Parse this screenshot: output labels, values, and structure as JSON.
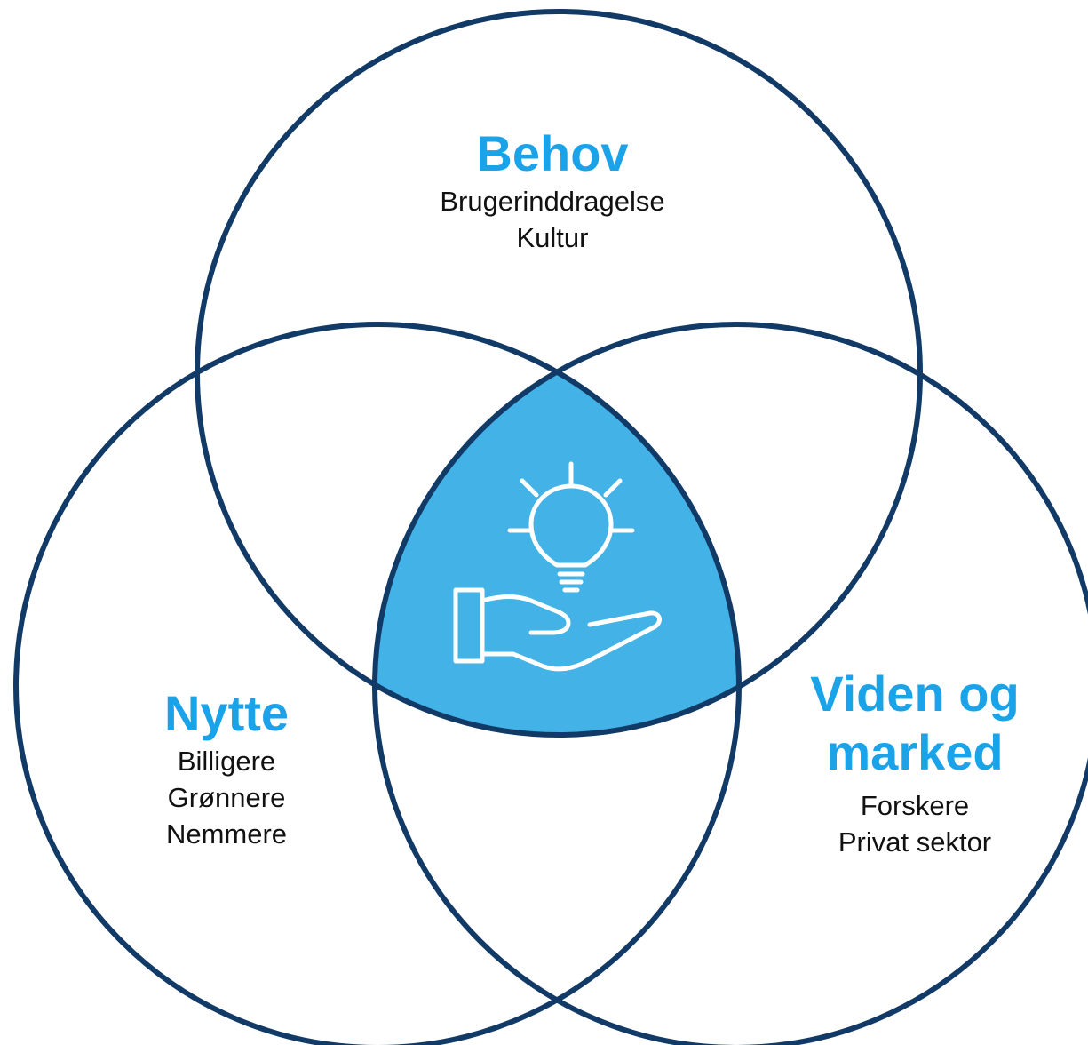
{
  "colors": {
    "circle_stroke": "#123a66",
    "accent": "#1aa3e8",
    "center_fill": "#43b2e6",
    "icon_stroke": "#ffffff",
    "body_text": "#111111"
  },
  "circles": [
    {
      "id": "behov",
      "title": "Behov",
      "items": [
        "Brugerinddragelse",
        "Kultur"
      ]
    },
    {
      "id": "nytte",
      "title": "Nytte",
      "items": [
        "Billigere",
        "Grønnere",
        "Nemmere"
      ]
    },
    {
      "id": "viden",
      "title_lines": [
        "Viden og",
        "marked"
      ],
      "items": [
        "Forskere",
        "Privat sektor"
      ]
    }
  ],
  "center_icon": "lightbulb-on-hand-icon"
}
